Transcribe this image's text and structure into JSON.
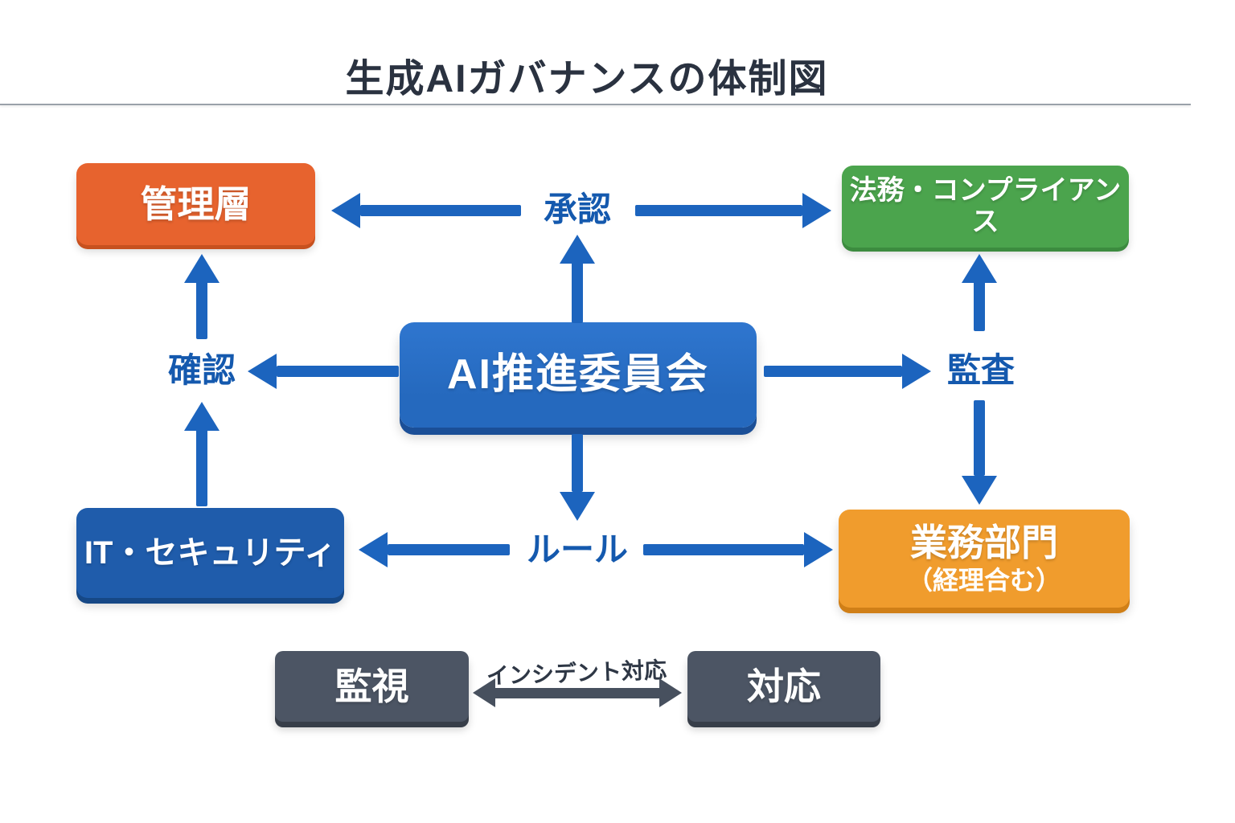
{
  "title": "生成AIガバナンスの体制図",
  "nodes": {
    "management": {
      "label": "管理層"
    },
    "legal": {
      "label": "法務・コンプライアンス"
    },
    "committee": {
      "label": "AI推進委員会"
    },
    "it_security": {
      "label": "IT・セキュリティ"
    },
    "business": {
      "label": "業務部門",
      "sublabel": "（経理合む）"
    },
    "monitoring": {
      "label": "監視"
    },
    "response": {
      "label": "対応"
    }
  },
  "edges": {
    "approval": {
      "label": "承認"
    },
    "confirmation": {
      "label": "確認"
    },
    "audit": {
      "label": "監査"
    },
    "rules": {
      "label": "ルール"
    },
    "incident": {
      "label": "インシデント対応"
    }
  },
  "colors": {
    "background": "#ffffff",
    "title_text": "#2a3240",
    "divider": "#9aa1a9",
    "arrow_blue": "#1c64be",
    "edge_label_blue": "#1459ae",
    "management_orange": "#e7632e",
    "management_lip": "#c7511f",
    "legal_green": "#4ba44d",
    "legal_lip": "#3c8b3f",
    "committee_blue": "#2569be",
    "committee_lip": "#1b4f97",
    "it_blue": "#1f5cab",
    "it_lip": "#164886",
    "business_orange": "#f09c2d",
    "business_lip": "#d07f17",
    "dark_slate": "#4c5564",
    "dark_slate_lip": "#373e49",
    "incident_arrow": "#47505e",
    "incident_label": "#2e3745",
    "box_text": "#ffffff"
  }
}
